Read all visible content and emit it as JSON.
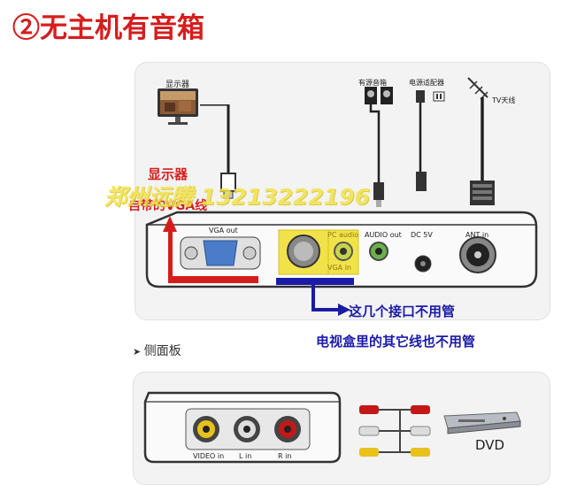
{
  "title": "②无主机有音箱",
  "top_panel": {
    "monitor_label": "显示器",
    "speaker_label": "有源音箱",
    "adapter_label": "电源适配器",
    "antenna_label": "TV天线",
    "red_label_1": "显示器",
    "red_label_2": "自带的VGA线",
    "watermark": "郑州远腾 13213222196",
    "ports": {
      "vga": "VGA out",
      "pc_audio": "PC audio",
      "vga_in": "VGA in",
      "audio_out": "AUDIO out",
      "dc": "DC 5V",
      "ant": "ANT in"
    },
    "note_1": "这几个接口不用管",
    "note_2": "电视盒里的其它线也不用管"
  },
  "side_section": {
    "label": "侧面板",
    "ports": {
      "video": "VIDEO in",
      "l": "L in",
      "r": "R in"
    },
    "dvd_label": "DVD"
  },
  "colors": {
    "title_red": "#d61d1d",
    "note_blue": "#1b1ba8",
    "vga_blue": "#4b7cc9",
    "highlight_yellow": "#f2e24a",
    "rca_yellow": "#e8c21a",
    "rca_white": "#dddddd",
    "rca_red": "#c21818",
    "audio_green": "#6ab04c"
  }
}
